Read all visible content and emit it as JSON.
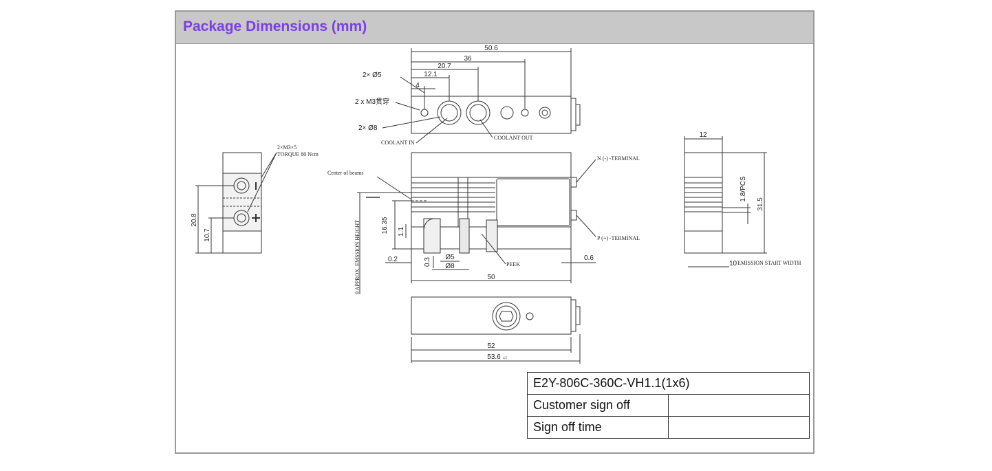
{
  "header": {
    "title": "Package Dimensions (mm)"
  },
  "drawing": {
    "top_view": {
      "dim_50_6": "50.6",
      "dim_36": "36",
      "dim_20_7": "20.7",
      "dim_12_1": "12.1",
      "dim_4": "4",
      "hole_5": "2× Ø5",
      "m3_through": "2 x M3贯穿",
      "hole_8": "2× Ø8",
      "coolant_in": "COOLANT IN",
      "coolant_out": "COOLANT OUT"
    },
    "left_view": {
      "screw_note_1": "2×M3×5",
      "screw_note_2": "TORQUE 80 Ncm",
      "dim_20_8": "20.8",
      "dim_10_7": "10.7"
    },
    "front_view": {
      "center_of_beams": "Center of beams",
      "n_terminal": "N (-) -TERMINAL",
      "p_terminal": "P (+) -TERMINAL",
      "dim_16_35": "16.35",
      "dim_1_1": "1.1",
      "emission_height": "9 APPROX. EMSSION HEIGHT",
      "dim_0_2": "0.2",
      "dim_0_3": "0.3",
      "dim_d5": "Ø5",
      "dim_d8": "Ø8",
      "peek": "PEEK",
      "dim_0_6": "0.6",
      "dim_50": "50"
    },
    "right_view": {
      "dim_12": "12",
      "dim_1_8_pcs": "1.8/PCS",
      "dim_31_5": "31.5",
      "dim_10": "10",
      "emission_width": "EMISSION START WIDTH"
    },
    "bottom_view": {
      "dim_52": "52",
      "dim_53_6": "53.6",
      "dim_53_6_tol": "±1"
    }
  },
  "signoff": {
    "model": "E2Y-806C-360C-VH1.1(1x6)",
    "customer_label": "Customer sign off",
    "customer_value": "",
    "time_label": "Sign off time",
    "time_value": ""
  }
}
